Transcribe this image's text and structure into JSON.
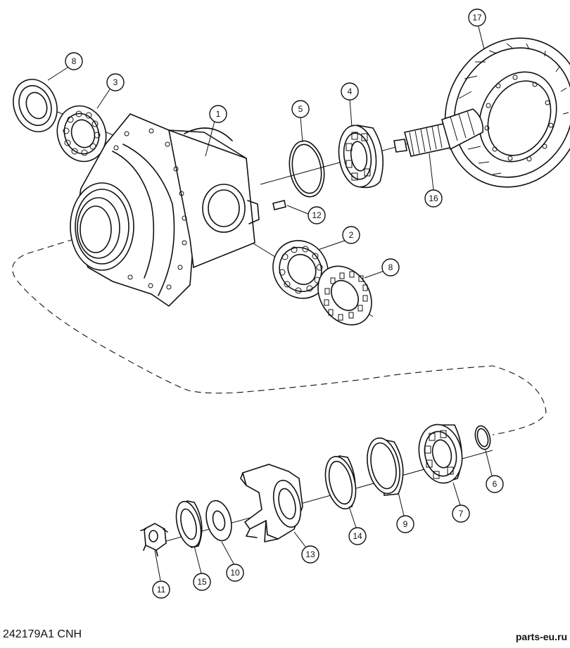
{
  "figure_code": "242179A1 CNH",
  "watermark": "parts-eu.ru",
  "callouts": [
    {
      "id": "cl-8a",
      "label": "8"
    },
    {
      "id": "cl-3",
      "label": "3"
    },
    {
      "id": "cl-1",
      "label": "1"
    },
    {
      "id": "cl-5",
      "label": "5"
    },
    {
      "id": "cl-4",
      "label": "4"
    },
    {
      "id": "cl-17",
      "label": "17"
    },
    {
      "id": "cl-16",
      "label": "16"
    },
    {
      "id": "cl-12",
      "label": "12"
    },
    {
      "id": "cl-2",
      "label": "2"
    },
    {
      "id": "cl-8b",
      "label": "8"
    },
    {
      "id": "cl-6",
      "label": "6"
    },
    {
      "id": "cl-7",
      "label": "7"
    },
    {
      "id": "cl-9",
      "label": "9"
    },
    {
      "id": "cl-14",
      "label": "14"
    },
    {
      "id": "cl-13",
      "label": "13"
    },
    {
      "id": "cl-10",
      "label": "10"
    },
    {
      "id": "cl-15",
      "label": "15"
    },
    {
      "id": "cl-11",
      "label": "11"
    }
  ]
}
